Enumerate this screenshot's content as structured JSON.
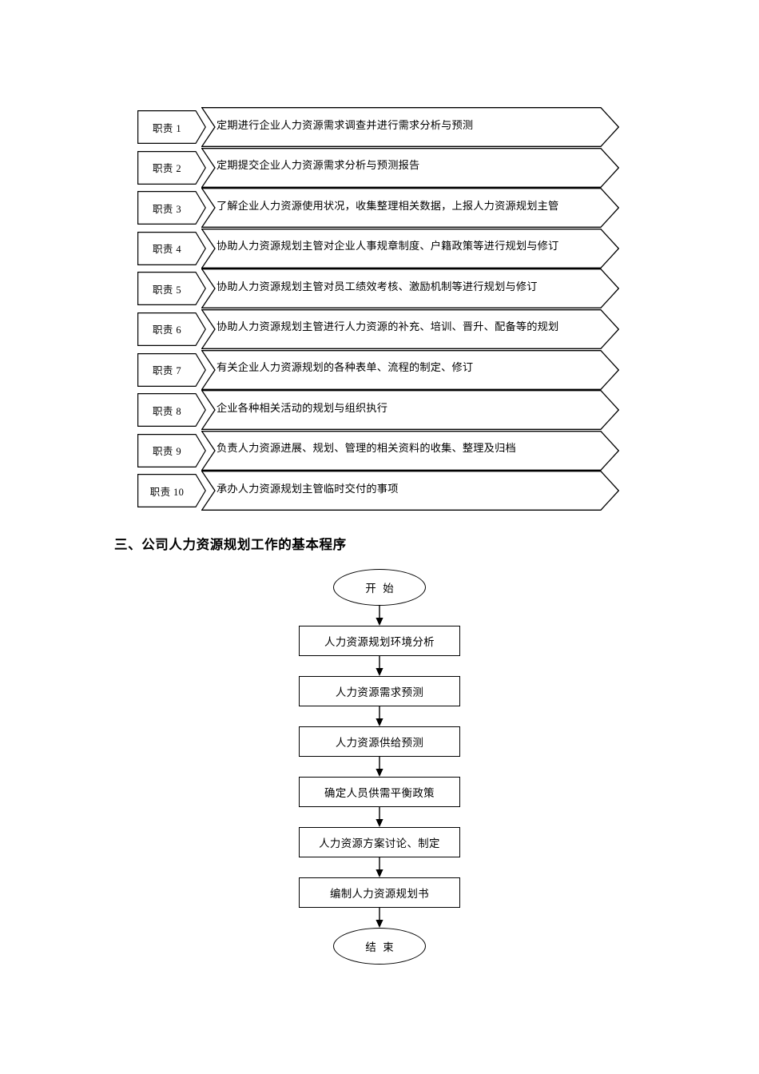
{
  "document": {
    "heading": "三、公司人力资源规划工作的基本程序"
  },
  "duties": {
    "items": [
      {
        "tag": "职责 1",
        "text": "定期进行企业人力资源需求调查并进行需求分析与预测"
      },
      {
        "tag": "职责 2",
        "text": "定期提交企业人力资源需求分析与预测报告"
      },
      {
        "tag": "职责 3",
        "text": "了解企业人力资源使用状况，收集整理相关数据，上报人力资源规划主管"
      },
      {
        "tag": "职责 4",
        "text": "协助人力资源规划主管对企业人事规章制度、户籍政策等进行规划与修订"
      },
      {
        "tag": "职责 5",
        "text": "协助人力资源规划主管对员工绩效考核、激励机制等进行规划与修订"
      },
      {
        "tag": "职责 6",
        "text": "协助人力资源规划主管进行人力资源的补充、培训、晋升、配备等的规划"
      },
      {
        "tag": "职责 7",
        "text": "有关企业人力资源规划的各种表单、流程的制定、修订"
      },
      {
        "tag": "职责 8",
        "text": "企业各种相关活动的规划与组织执行"
      },
      {
        "tag": "职责 9",
        "text": "负责人力资源进展、规划、管理的相关资料的收集、整理及归档"
      },
      {
        "tag": "职责 10",
        "text": "承办人力资源规划主管临时交付的事项"
      }
    ]
  },
  "flowchart": {
    "nodes": [
      {
        "label": "开 始",
        "shape": "terminator"
      },
      {
        "label": "人力资源规划环境分析",
        "shape": "process"
      },
      {
        "label": "人力资源需求预测",
        "shape": "process"
      },
      {
        "label": "人力资源供给预测",
        "shape": "process"
      },
      {
        "label": "确定人员供需平衡政策",
        "shape": "process"
      },
      {
        "label": "人力资源方案讨论、制定",
        "shape": "process"
      },
      {
        "label": "编制人力资源规划书",
        "shape": "process"
      },
      {
        "label": "结 束",
        "shape": "terminator"
      }
    ]
  },
  "colors": {
    "line": "#000000",
    "background": "#ffffff",
    "text": "#000000"
  }
}
